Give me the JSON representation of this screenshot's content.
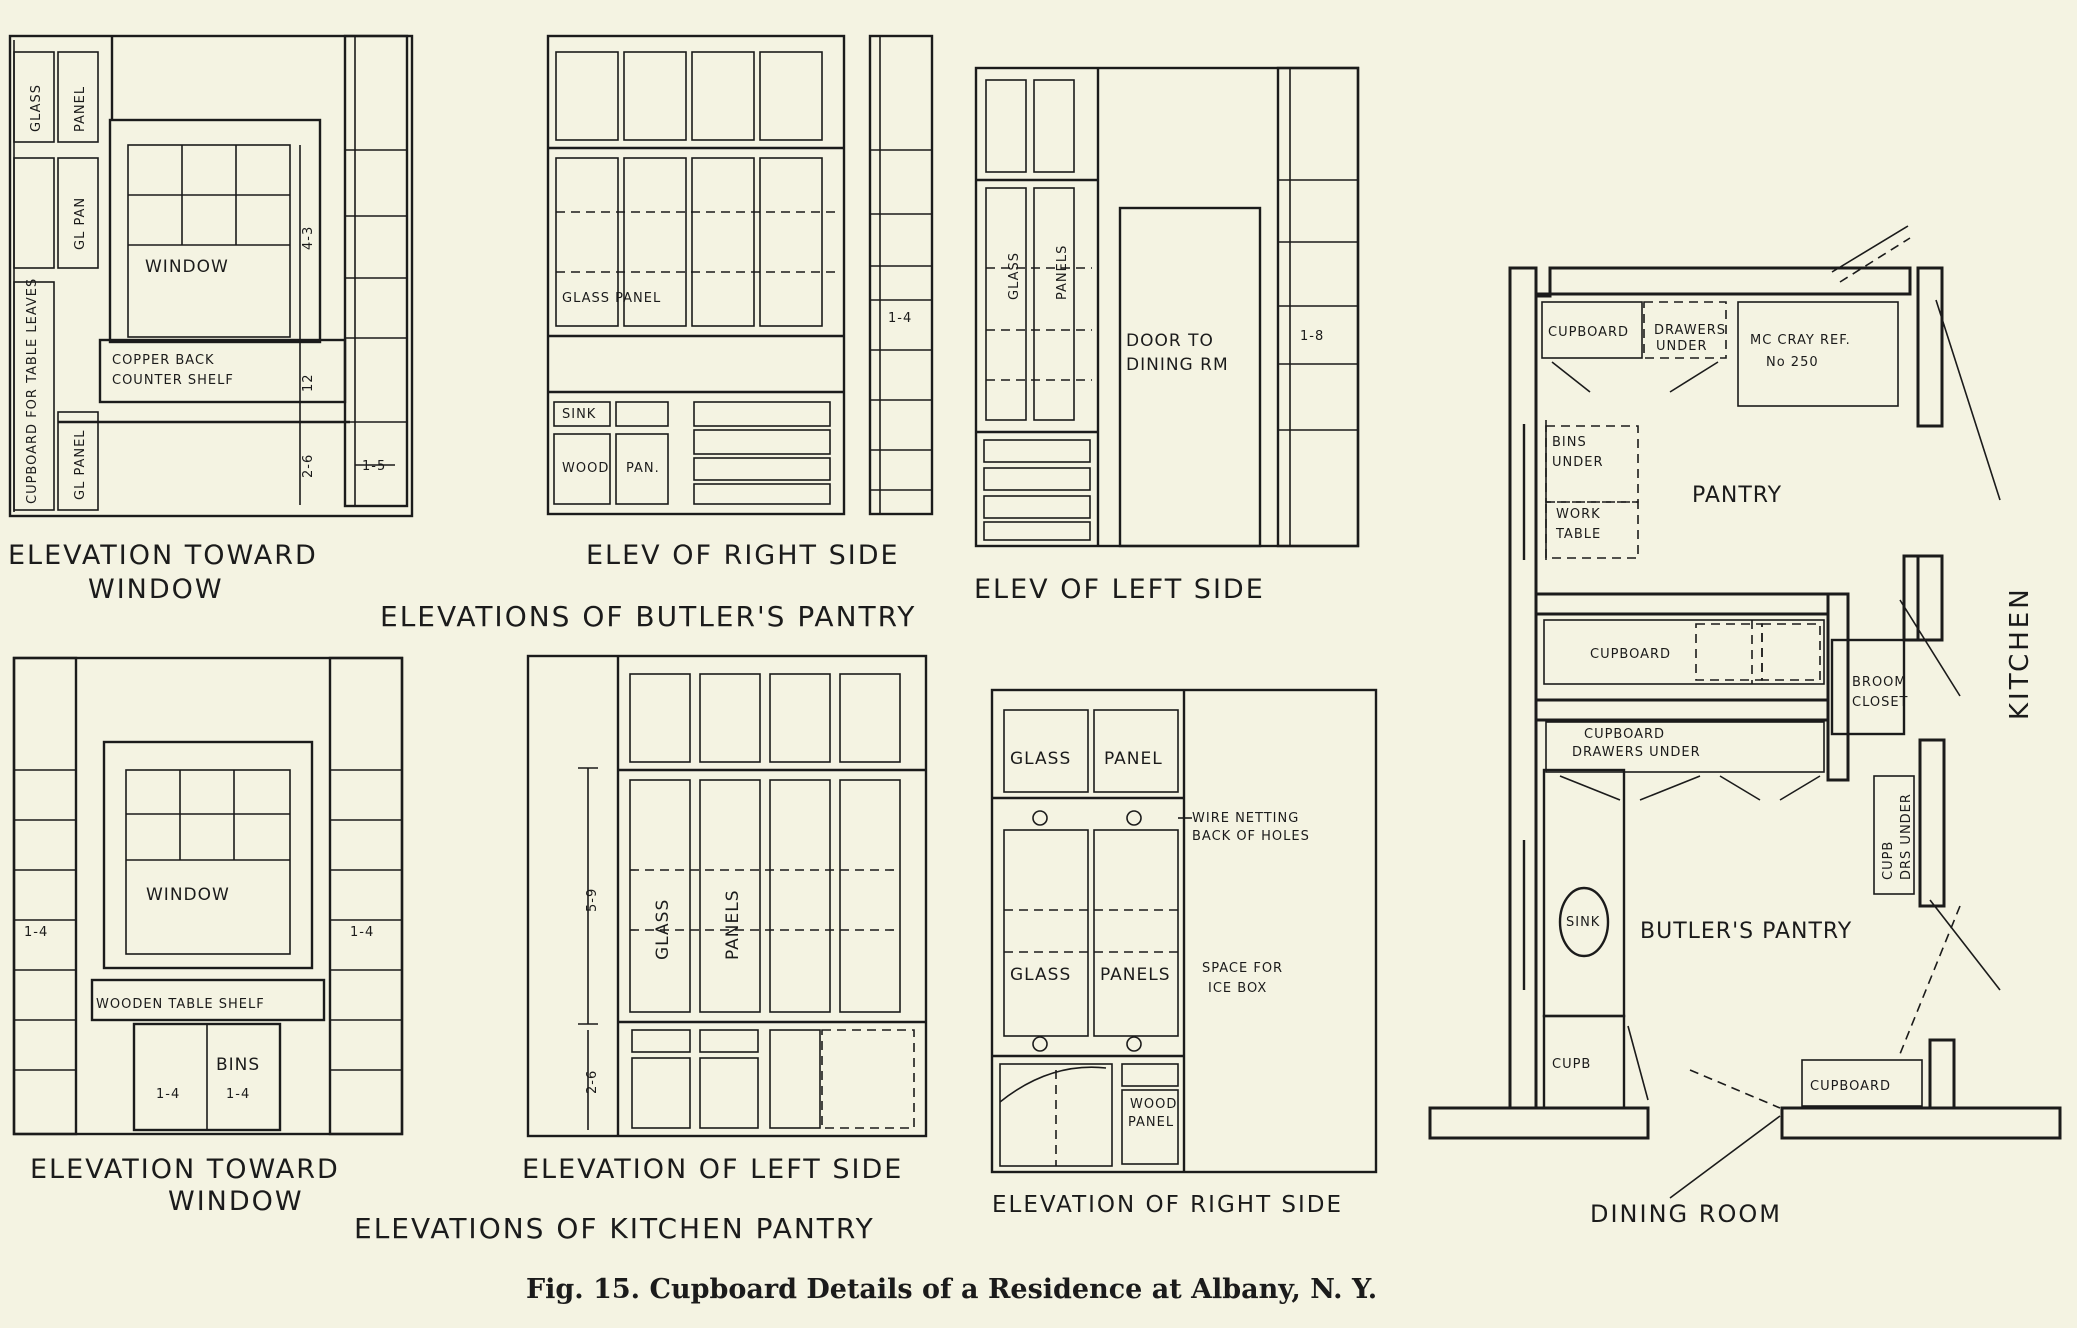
{
  "figure": {
    "caption": "Fig. 15. Cupboard Details of a Residence at Albany, N. Y."
  },
  "butlers_pantry": {
    "group_title": "ELEVATIONS OF BUTLER'S PANTRY",
    "toward_window": {
      "caption_line1": "ELEVATION TOWARD",
      "caption_line2": "WINDOW",
      "labels": {
        "glass": "GLASS",
        "panel": "PANEL",
        "gl_pan": "GL PAN",
        "window": "WINDOW",
        "counter_line1": "COPPER BACK",
        "counter_line2": "COUNTER SHELF",
        "cupboard_table": "CUPBOARD FOR TABLE LEAVES",
        "gl_panel": "GL PANEL",
        "dim_height": "4-3",
        "dim_counter": "12",
        "dim_base": "2-6",
        "dim_right": "1-5"
      }
    },
    "right_side": {
      "caption": "ELEV OF RIGHT SIDE",
      "labels": {
        "glass_panel": "GLASS PANEL",
        "sink": "SINK",
        "wood": "WOOD",
        "pan": "PAN.",
        "dim": "1-4"
      }
    },
    "left_side": {
      "caption": "ELEV OF LEFT SIDE",
      "labels": {
        "glass": "GLASS",
        "panels": "PANELS",
        "door_line1": "DOOR TO",
        "door_line2": "DINING RM",
        "dim": "1-8"
      }
    }
  },
  "kitchen_pantry": {
    "group_title": "ELEVATIONS OF KITCHEN PANTRY",
    "toward_window": {
      "caption_line1": "ELEVATION TOWARD",
      "caption_line2": "WINDOW",
      "labels": {
        "window": "WINDOW",
        "shelf": "WOODEN TABLE SHELF",
        "bins": "BINS",
        "dim_left": "1-4",
        "dim_right": "1-4",
        "dim_bin_left": "1-4",
        "dim_bin_right": "1-4"
      }
    },
    "left_side": {
      "caption": "ELEVATION OF LEFT SIDE",
      "labels": {
        "glass": "GLASS",
        "panels": "PANELS",
        "dim_upper": "5-9",
        "dim_lower": "2-6"
      }
    },
    "right_side": {
      "caption": "ELEVATION OF RIGHT SIDE",
      "labels": {
        "glass_top": "GLASS",
        "panel_top": "PANEL",
        "wire_line1": "WIRE NETTING",
        "wire_line2": "BACK OF HOLES",
        "glass_mid": "GLASS",
        "panels_mid": "PANELS",
        "space_line1": "SPACE FOR",
        "space_line2": "ICE BOX",
        "wood_line1": "WOOD",
        "wood_line2": "PANEL"
      }
    }
  },
  "plan": {
    "labels": {
      "cupboard_top": "CUPBOARD",
      "drawers_line1": "DRAWERS",
      "drawers_line2": "UNDER",
      "mccray_line1": "MC CRAY REF.",
      "mccray_line2": "No 250",
      "bins_line1": "BINS",
      "bins_line2": "UNDER",
      "work_line1": "WORK",
      "work_line2": "TABLE",
      "pantry": "PANTRY",
      "kitchen": "KITCHEN",
      "cupboard_mid": "CUPBOARD",
      "broom_line1": "BROOM",
      "broom_line2": "CLOSET",
      "cupboard_low_line1": "CUPBOARD",
      "cupboard_low_line2": "DRAWERS UNDER",
      "cupb_drs_line1": "CUPB",
      "cupb_drs_line2": "DRS UNDER",
      "sink": "SINK",
      "butlers_pantry": "BUTLER'S PANTRY",
      "cupb": "CUPB",
      "cupboard_bottom": "CUPBOARD",
      "dining_room": "DINING ROOM"
    }
  }
}
